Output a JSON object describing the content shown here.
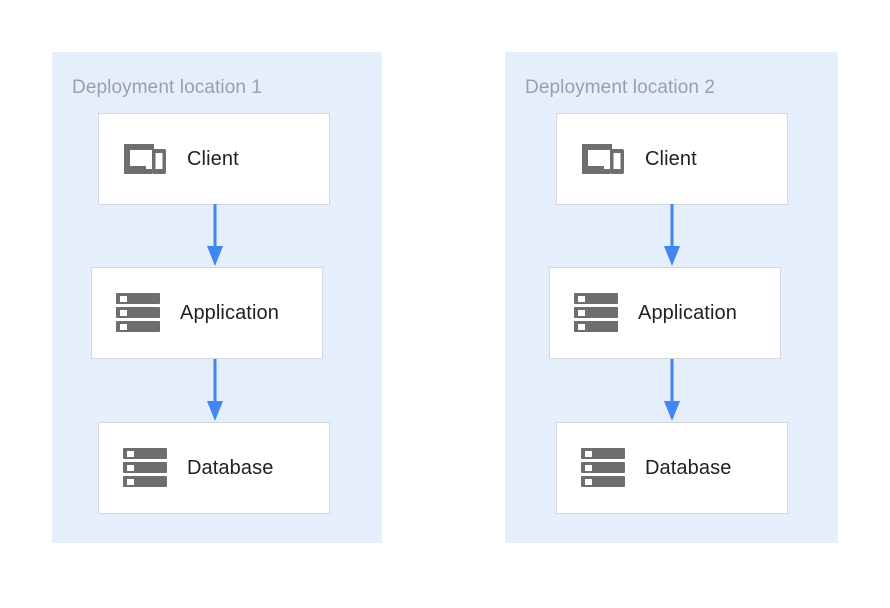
{
  "diagram": {
    "title_visible": false,
    "colors": {
      "panel_background": "#e5effc",
      "node_background": "#ffffff",
      "node_border": "#d4d8dd",
      "arrow": "#4285f4",
      "icon": "#6e6e6e",
      "panel_title_text": "#9aa0a6",
      "node_label_text": "#202124",
      "canvas_background": "#ffffff"
    },
    "panels": [
      {
        "title": "Deployment location 1",
        "nodes": [
          {
            "label": "Client",
            "icon": "devices-icon"
          },
          {
            "label": "Application",
            "icon": "server-stack-icon"
          },
          {
            "label": "Database",
            "icon": "server-stack-icon"
          }
        ],
        "connections": [
          {
            "from": "Client",
            "to": "Application",
            "style": "arrow-down"
          },
          {
            "from": "Application",
            "to": "Database",
            "style": "arrow-down"
          }
        ]
      },
      {
        "title": "Deployment location 2",
        "nodes": [
          {
            "label": "Client",
            "icon": "devices-icon"
          },
          {
            "label": "Application",
            "icon": "server-stack-icon"
          },
          {
            "label": "Database",
            "icon": "server-stack-icon"
          }
        ],
        "connections": [
          {
            "from": "Client",
            "to": "Application",
            "style": "arrow-down"
          },
          {
            "from": "Application",
            "to": "Database",
            "style": "arrow-down"
          }
        ]
      }
    ]
  }
}
